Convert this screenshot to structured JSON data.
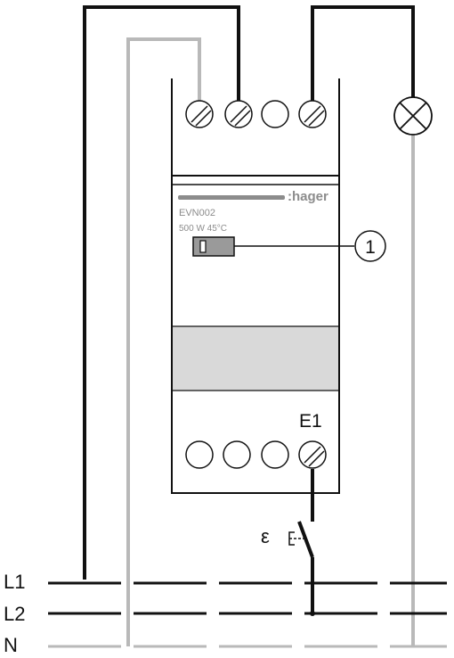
{
  "device": {
    "brand": ":hager",
    "model": "EVN002",
    "rating": "500 W 45°C",
    "terminal_label": "E1",
    "callout": "1"
  },
  "lines": {
    "l1": "L1",
    "l2": "L2",
    "n": "N"
  },
  "push_button_symbol": "ε",
  "colors": {
    "line": "#111111",
    "neutral": "#b9b9b9",
    "panel_band": "#d9d9d9",
    "switch_fill": "#9a9a9a",
    "text_gray": "#8c8c8c"
  }
}
